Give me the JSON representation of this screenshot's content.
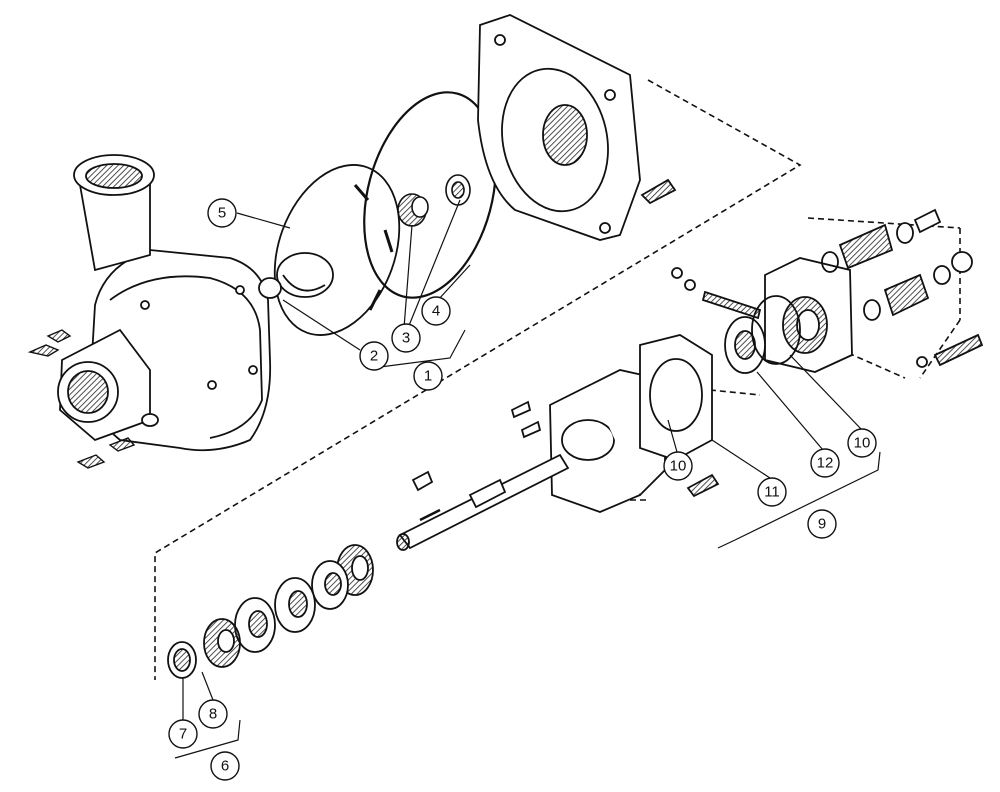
{
  "diagram": {
    "callouts": [
      {
        "id": "c1",
        "label": "1"
      },
      {
        "id": "c2",
        "label": "2"
      },
      {
        "id": "c3",
        "label": "3"
      },
      {
        "id": "c4",
        "label": "4"
      },
      {
        "id": "c5",
        "label": "5"
      },
      {
        "id": "c6",
        "label": "6"
      },
      {
        "id": "c7",
        "label": "7"
      },
      {
        "id": "c8",
        "label": "8"
      },
      {
        "id": "c9",
        "label": "9"
      },
      {
        "id": "c10a",
        "label": "10"
      },
      {
        "id": "c10b",
        "label": "10"
      },
      {
        "id": "c11",
        "label": "11"
      },
      {
        "id": "c12",
        "label": "12"
      }
    ]
  }
}
